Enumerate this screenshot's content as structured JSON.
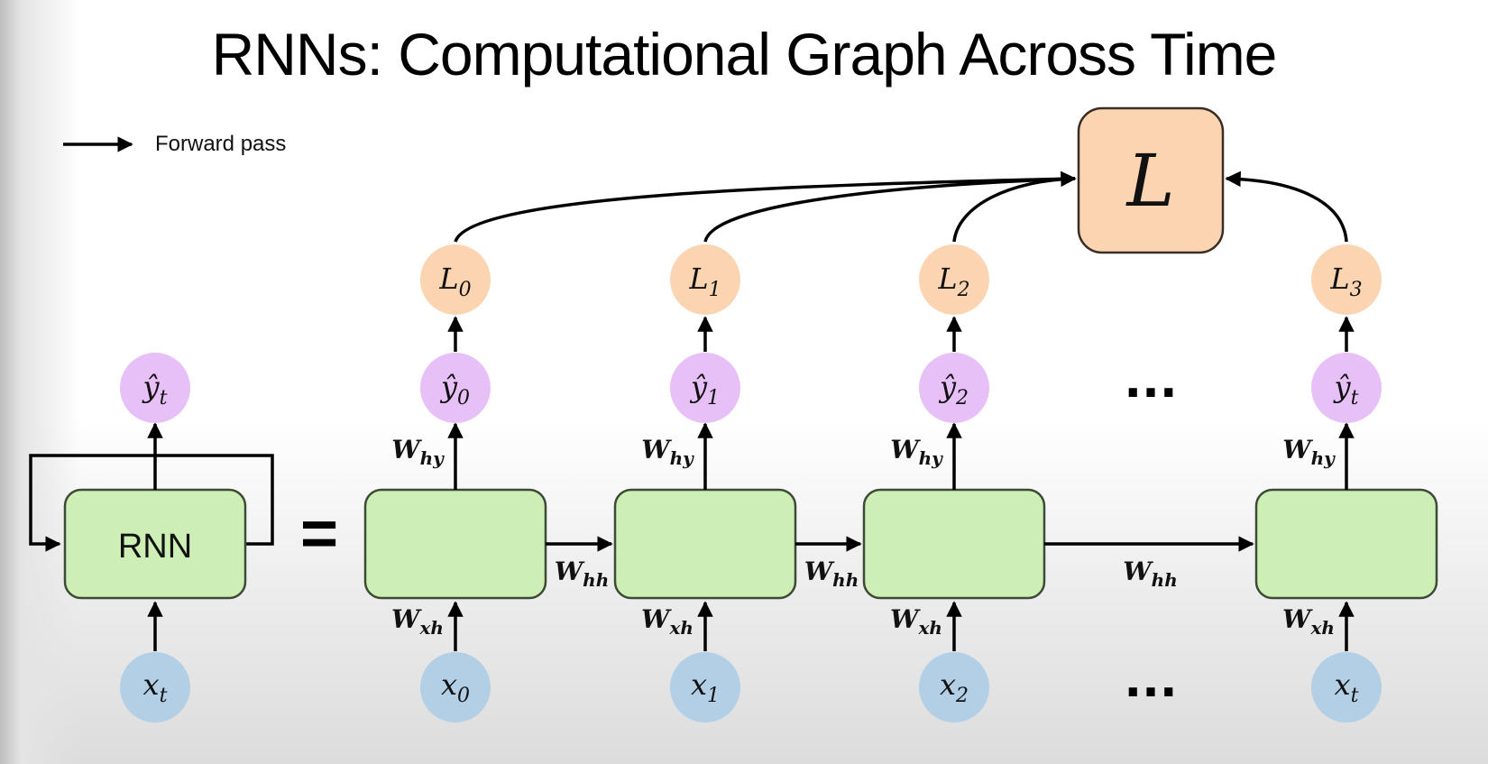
{
  "slide": {
    "title": "RNNs: Computational Graph Across Time",
    "legend": {
      "label": "Forward pass",
      "icon": "right-arrow-icon"
    }
  },
  "colors": {
    "cell_fill": "#cdeeb4",
    "cell_stroke": "#3c4a36",
    "input_fill": "#b2cfe6",
    "output_fill": "#e8c0f8",
    "loss_fill": "#fbd5b2",
    "arrow": "#000000"
  },
  "folded": {
    "cell_label": "RNN",
    "input": {
      "base": "x",
      "sub": "t"
    },
    "output": {
      "base": "ŷ",
      "sub": "t"
    },
    "equals": "="
  },
  "total_loss": {
    "label": "L"
  },
  "timesteps": [
    {
      "input": {
        "base": "x",
        "sub": "0"
      },
      "output": {
        "base": "ŷ",
        "sub": "0"
      },
      "loss": {
        "base": "L",
        "sub": "0"
      }
    },
    {
      "input": {
        "base": "x",
        "sub": "1"
      },
      "output": {
        "base": "ŷ",
        "sub": "1"
      },
      "loss": {
        "base": "L",
        "sub": "1"
      }
    },
    {
      "input": {
        "base": "x",
        "sub": "2"
      },
      "output": {
        "base": "ŷ",
        "sub": "2"
      },
      "loss": {
        "base": "L",
        "sub": "2"
      }
    },
    {
      "input": {
        "base": "x",
        "sub": "t"
      },
      "output": {
        "base": "ŷ",
        "sub": "t"
      },
      "loss": {
        "base": "L",
        "sub": "3"
      }
    }
  ],
  "weights": {
    "hy": {
      "base": "W",
      "sub": "hy"
    },
    "xh": {
      "base": "W",
      "sub": "xh"
    },
    "hh": {
      "base": "W",
      "sub": "hh"
    }
  },
  "ellipsis": "..."
}
